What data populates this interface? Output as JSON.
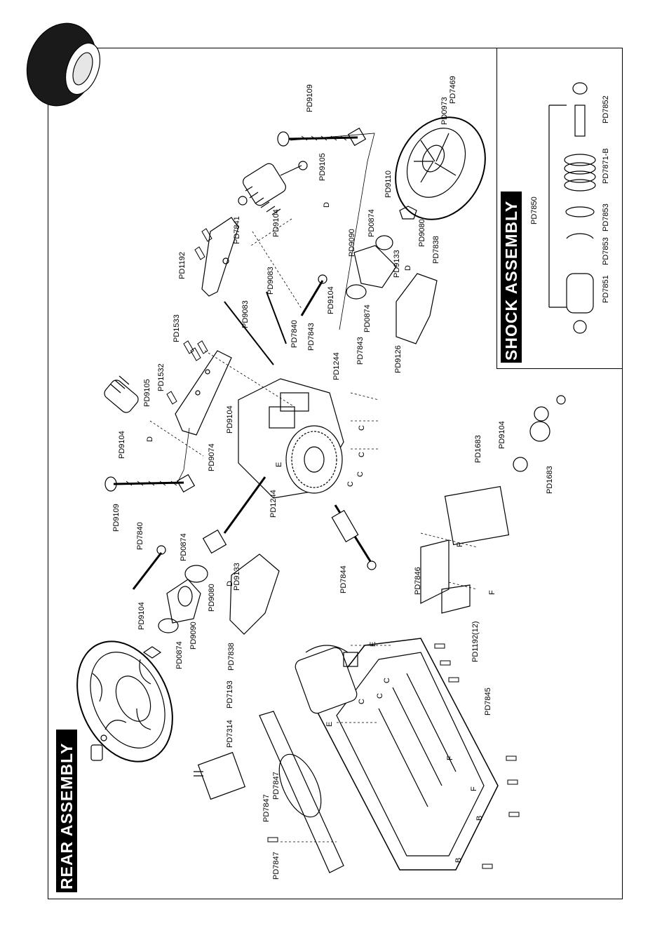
{
  "titles": {
    "rear": "REAR ASSEMBLY",
    "shock": "SHOCK ASSEMBLY"
  },
  "parts": {
    "pd9109_top": "PD9109",
    "pd9105_top": "PD9105",
    "pd9104_shock": "PD9104",
    "pd7841": "PD7841",
    "pd1192": "PD1192",
    "pd9083_a": "PD9083",
    "pd9083_b": "PD9083",
    "pd1533": "PD1533",
    "pd1532": "PD1532",
    "pd9105_left": "PD9105",
    "pd9104_left": "PD9104",
    "pd9074": "PD9074",
    "pd9109_left": "PD9109",
    "pd9110": "PD9110",
    "pd0874_r1": "PD0874",
    "pd9090_r": "PD9090",
    "pd9080_r": "PD9080",
    "pd7838_r": "PD7838",
    "pd9133_r": "PD9133",
    "pd9104_r": "PD9104",
    "pd0874_r2": "PD0874",
    "pd7840_r": "PD7840",
    "pd7843_a": "PD7843",
    "pd7843_b": "PD7843",
    "pd9126": "PD9126",
    "pd1244_a": "PD1244",
    "pd9104_mid": "PD9104",
    "pd1244_b": "PD1244",
    "pd7844": "PD7844",
    "pd7840_l": "PD7840",
    "pd0874_l1": "PD0874",
    "pd9133_l": "PD9133",
    "pd9080_l": "PD9080",
    "pd9104_l": "PD9104",
    "pd9090_l": "PD9090",
    "pd0874_l2": "PD0874",
    "pd7838_l": "PD7838",
    "pd7193": "PD7193",
    "pd7314": "PD7314",
    "pd7847_a": "PD7847",
    "pd7847_b": "PD7847",
    "pd7847_c": "PD7847",
    "pd1192_12": "PD1192(12)",
    "pd7845": "PD7845",
    "pd1683_a": "PD1683",
    "pd9104_servo": "PD9104",
    "pd1683_b": "PD1683",
    "pd7846": "PD7846",
    "pd0973": "PD0973",
    "pd7469": "PD7469",
    "pd7852": "PD7852",
    "pd7871b": "PD7871-B",
    "pd7850": "PD7850",
    "pd7853_a": "PD7853",
    "pd7853_b": "PD7853",
    "pd7851": "PD7851"
  },
  "letters": {
    "d1": "D",
    "d2": "D",
    "d3": "D",
    "d4": "D",
    "c1": "C",
    "c2": "C",
    "c3": "C",
    "c4": "C",
    "c5": "C",
    "c6": "C",
    "c7": "C",
    "e1": "E",
    "e2": "E",
    "e3": "E",
    "f1": "F",
    "f2": "F",
    "f3": "F",
    "f4": "F",
    "b1": "B",
    "b2": "B"
  },
  "colors": {
    "ink": "#000000",
    "paper": "#ffffff",
    "tire": "#1a1a1a",
    "grey": "#bdbdbd"
  }
}
